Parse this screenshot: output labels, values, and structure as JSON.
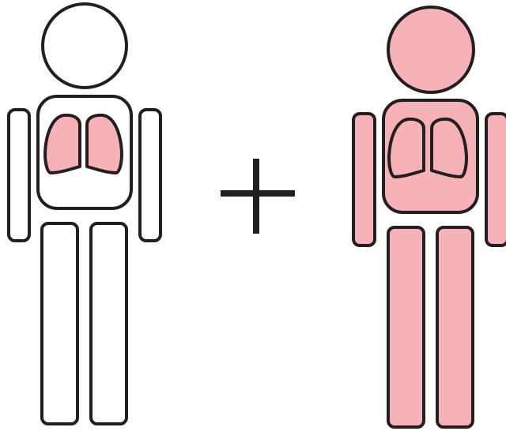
{
  "colors": {
    "background": "#ffffff",
    "outline": "#231f20",
    "pink": "#f7b2b7",
    "white": "#ffffff"
  },
  "figures": [
    {
      "id": "left",
      "icon": "person-lungs-only-icon",
      "body_fill": "white",
      "lungs_fill": "pink"
    },
    {
      "id": "right",
      "icon": "person-whole-body-icon",
      "body_fill": "pink",
      "lungs_fill": "pink"
    }
  ],
  "operator": {
    "icon": "plus-icon"
  }
}
